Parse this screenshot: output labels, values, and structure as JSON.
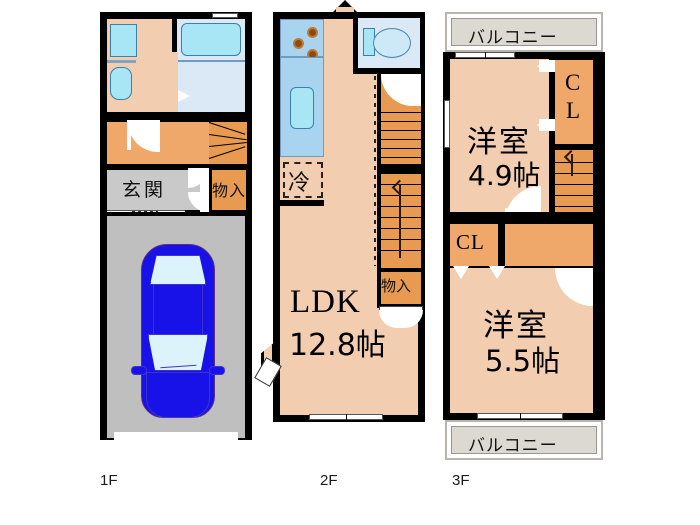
{
  "document": {
    "type": "floor-plan",
    "title": "3-story residential floor plan",
    "language": "ja"
  },
  "floors": [
    {
      "id": "1F",
      "label": "1F",
      "rooms": [
        {
          "name": "washroom",
          "label": "",
          "note": "vanity and washing machine space"
        },
        {
          "name": "bathroom",
          "label": "",
          "note": "unit bath with tub"
        },
        {
          "name": "entrance",
          "label": "玄関"
        },
        {
          "name": "storage",
          "label": "物入"
        },
        {
          "name": "garage",
          "label": "",
          "note": "car parking"
        }
      ]
    },
    {
      "id": "2F",
      "label": "2F",
      "rooms": [
        {
          "name": "living-dining-kitchen",
          "label": "LDK",
          "size": "12.8帖"
        },
        {
          "name": "toilet",
          "label": ""
        },
        {
          "name": "storage",
          "label": "物入"
        },
        {
          "name": "refrigerator-space",
          "label": "冷"
        }
      ]
    },
    {
      "id": "3F",
      "label": "3F",
      "rooms": [
        {
          "name": "balcony-upper",
          "label": "バルコニー"
        },
        {
          "name": "western-room-upper",
          "label": "洋室",
          "size": "4.9帖"
        },
        {
          "name": "closet-upper",
          "label": "CL"
        },
        {
          "name": "closet-lower",
          "label": "CL"
        },
        {
          "name": "western-room-lower",
          "label": "洋室",
          "size": "5.5帖"
        },
        {
          "name": "balcony-lower",
          "label": "バルコニー"
        }
      ]
    }
  ],
  "labels": {
    "entrance": "玄関",
    "storage_1f": "物入",
    "storage_2f": "物入",
    "fridge": "冷",
    "ldk": "LDK",
    "ldk_size": "12.8帖",
    "balcony_top": "バルコニー",
    "balcony_bottom": "バルコニー",
    "room_top": "洋室",
    "room_top_size": "4.9帖",
    "room_bottom": "洋室",
    "room_bottom_size": "5.5帖",
    "cl_top_1": "C",
    "cl_top_2": "L",
    "cl_mid": "CL",
    "floor_1": "1F",
    "floor_2": "2F",
    "floor_3": "3F"
  },
  "colors": {
    "wall": "#000000",
    "floor_tatami": "#f2cdaf",
    "wood_stair": "#efa76a",
    "closet_orange": "#e79a50",
    "garage_gray": "#bfbfbf",
    "entrance_gray": "#c9c9c9",
    "balcony_gray": "#dcd8d2",
    "water_blue": "#a9e6f5",
    "bath_blue": "#dbe9f7",
    "kitchen_blue": "#a8d4ef",
    "car_blue": "#1812e8",
    "car_glass": "#ddf3fc"
  }
}
